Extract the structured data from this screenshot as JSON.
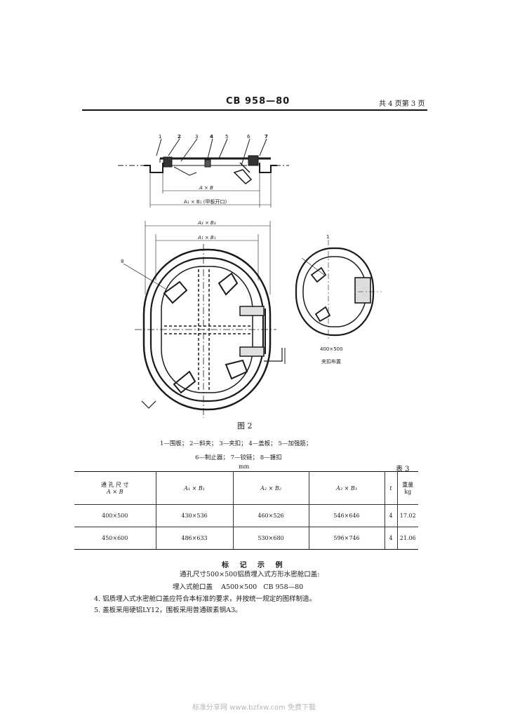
{
  "header": {
    "code": "CB 958—80",
    "page": "共 4 页第 3 页"
  },
  "drawing": {
    "callouts": [
      "1",
      "2",
      "3",
      "4",
      "5",
      "6",
      "7"
    ],
    "top_dim_inner": "A × B",
    "top_dim_outer": "A₁ × B₁ (甲板开口)",
    "plan_dim_outer": "A₃ × B₃",
    "plan_dim_inner": "A₁ × B₁",
    "callout_8": "8",
    "side_callout": "1",
    "side_size": "400×500",
    "side_caption": "夹扣布置"
  },
  "figure": {
    "title": "图 2",
    "legend_line1": "1—围板； 2—斜夹； 3—夹扣； 4—盖板； 5—加强筋；",
    "legend_line2": "6—制止器； 7—铰链； 8—搪扣",
    "unit": "mm",
    "table_no": "表 3"
  },
  "table": {
    "headers": {
      "c1a": "通 孔 尺 寸",
      "c1b": "A × B",
      "c2": "A₁ × B₁",
      "c3": "A₂ × B₂",
      "c4": "A₃ × B₃",
      "c5": "t",
      "c6a": "重量",
      "c6b": "kg"
    },
    "rows": [
      [
        "400×500",
        "430×536",
        "460×526",
        "546×646",
        "4",
        "17.02"
      ],
      [
        "450×600",
        "486×633",
        "530×680",
        "596×746",
        "4",
        "21.06"
      ]
    ]
  },
  "marking": {
    "title": "标 记 示 例",
    "line1": "通孔尺寸500×500铝质埋入式方形水密舱口盖:",
    "line2": "埋入式舱口盖    A500×500   CB 958—80"
  },
  "notes": {
    "n4": "4. 铝质埋入式水密舱口盖应符合本标准的要求，并按统一规定的图样制造。",
    "n5": "5. 盖板采用硬铝LY12，围板采用普通碳素钢A3。"
  },
  "footer": "标准分享网 www.bzfxw.com 免费下载"
}
